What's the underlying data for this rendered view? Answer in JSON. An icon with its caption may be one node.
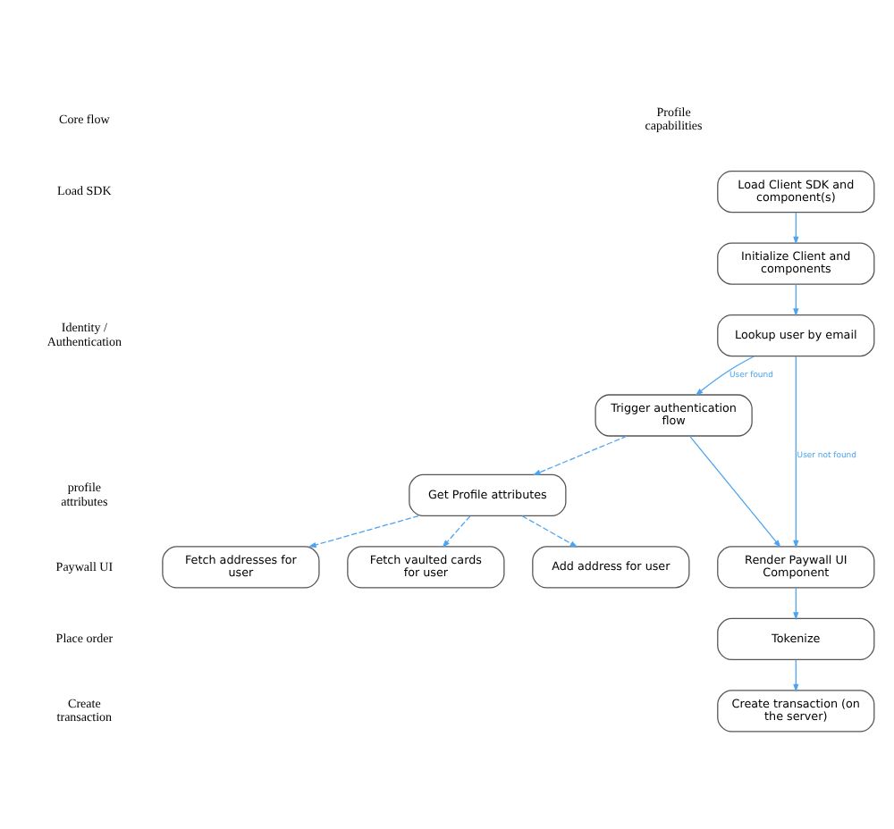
{
  "diagram": {
    "nodes": [
      {
        "text": [
          "Load Client SDK and component(s)"
        ]
      },
      {
        "text": [
          "Initialize Client and components"
        ]
      },
      {
        "text": [
          "Lookup user by email"
        ]
      },
      {
        "text": [
          "Trigger authentication flow"
        ]
      },
      {
        "text": [
          "Get Profile attributes"
        ]
      },
      {
        "text": [
          "Fetch addresses for user"
        ]
      },
      {
        "text": [
          "Fetch vaulted cards for user"
        ]
      },
      {
        "text": [
          "Add address for user"
        ]
      },
      {
        "text": [
          "Render Paywall UI Component"
        ]
      },
      {
        "text": [
          "Tokenize"
        ]
      },
      {
        "text": [
          "Create transaction (on the server)"
        ]
      }
    ],
    "edges": [
      {
        "from": 0,
        "to": 1,
        "arrow": "to"
      },
      {
        "from": 1,
        "to": 2,
        "arrow": "to"
      },
      {
        "from": 2,
        "to": 3,
        "arrow": "to",
        "label": "User found"
      },
      {
        "from": 2,
        "to": 8,
        "arrow": "to",
        "label": "User not found"
      },
      {
        "from": 3,
        "to": 8,
        "arrow": "to"
      },
      {
        "from": 3,
        "to": 4,
        "arrow": "to",
        "style": "dashed"
      },
      {
        "from": 4,
        "to": 5,
        "arrow": "to",
        "style": "dashed"
      },
      {
        "from": 4,
        "to": 6,
        "arrow": "to",
        "style": "dashed"
      },
      {
        "from": 4,
        "to": 7,
        "arrow": "to",
        "style": "dashed"
      },
      {
        "from": 8,
        "to": 9,
        "arrow": "to"
      },
      {
        "from": 9,
        "to": 10,
        "arrow": "to"
      }
    ],
    "labels": [
      "Core flow",
      "Profile capabilities",
      "Load SDK",
      "Identity / Authentication",
      "profile attributes",
      "Paywall UI",
      "Place order",
      "Create transaction"
    ]
  }
}
